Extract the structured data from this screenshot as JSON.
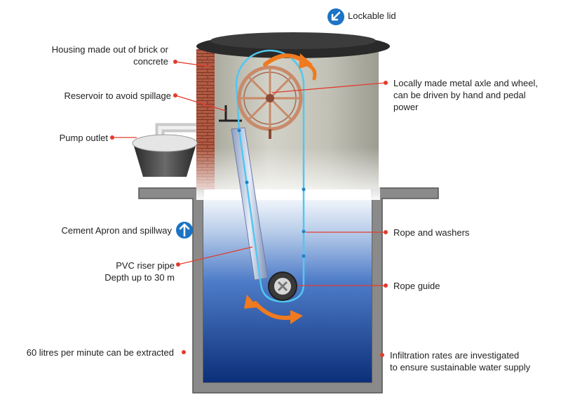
{
  "colors": {
    "pointer": "#e23c2e",
    "text": "#222222",
    "water_top": "#f2f6fb",
    "water_bottom": "#0c2f79",
    "concrete": "#c3c2b7",
    "brick": "#a94d38",
    "wheel": "#c98a6a",
    "rope": "#52c7f0",
    "arrow_orange": "#f07a1e",
    "icon_blue": "#1d73c4"
  },
  "icons": {
    "lid": "arrow-down-left-icon",
    "apron": "arrow-up-icon"
  },
  "labels": {
    "lockable_lid": "Lockable lid",
    "housing_1": "Housing made out of brick or",
    "housing_2": "concrete",
    "reservoir": "Reservoir to avoid spillage",
    "pump_outlet": "Pump outlet",
    "axle_1": "Locally made metal axle and wheel,",
    "axle_2": "can be driven by hand and pedal",
    "axle_3": "power",
    "apron": "Cement Apron and spillway",
    "pvc_1": "PVC riser pipe",
    "pvc_2": "Depth up to 30 m",
    "rope_washers": "Rope and washers",
    "rope_guide": "Rope guide",
    "extraction": "60 litres per minute can be extracted",
    "infiltration_1": "Infiltration rates are investigated",
    "infiltration_2": "to ensure sustainable water supply"
  }
}
